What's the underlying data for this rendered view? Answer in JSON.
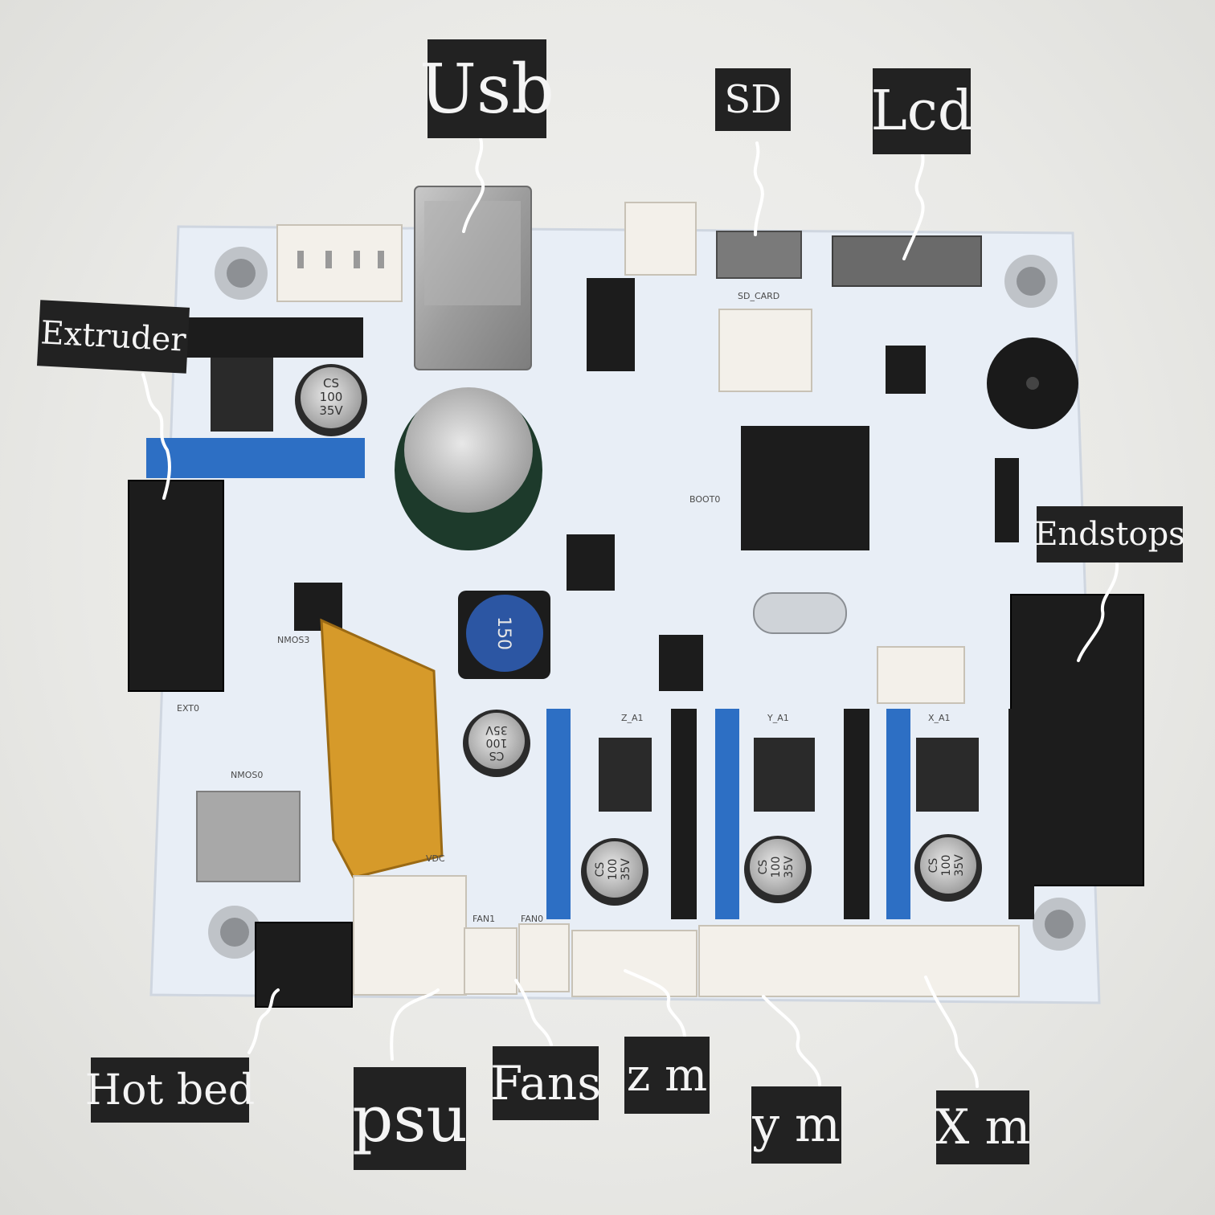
{
  "labels": {
    "usb": "Usb",
    "sd": "SD",
    "lcd": "Lcd",
    "extruder": "Extruder",
    "endstops": "Endstops",
    "hot_bed": "Hot bed",
    "psu": "psu",
    "fans": "Fans",
    "z_motor": "z m",
    "y_motor": "y m",
    "x_motor": "X m"
  },
  "board_text": {
    "cap_brand": "CS",
    "cap_value": "100",
    "cap_voltage": "35V",
    "inductor_value": "150",
    "ext0": "EXT0",
    "vdc": "VDC",
    "boot0": "BOOT0",
    "sd_card": "SD_CARD",
    "z_a1": "Z_A1",
    "y_a1": "Y_A1",
    "x_a1": "X_A1",
    "fan1": "FAN1",
    "fan0": "FAN0",
    "nmos0": "NMOS0",
    "nmos3": "NMOS3"
  },
  "colors": {
    "label_bg": "#222222",
    "label_text": "#f4f4f4",
    "board": "#e8eef6",
    "header_blue": "#2d6fc4",
    "connector_white": "#f3f0ea",
    "connector_black": "#1c1c1c",
    "fuse_amber": "#d69a2a"
  }
}
